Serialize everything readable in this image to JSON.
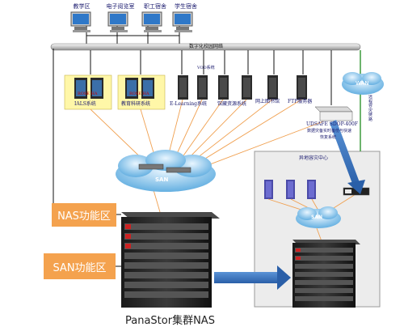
{
  "terminals": [
    "教学区",
    "电子阅览室",
    "职工宿舍",
    "学生宿舍"
  ],
  "network_bus": "数字化校园网络",
  "servers": {
    "ials": "IALS系统",
    "edu": "教育科研系统",
    "vod": "VOD系统",
    "elearning": "E-Learning系统",
    "library": "馆藏资源系统",
    "online_lib": "网上图书馆",
    "ftp": "FTP服务器"
  },
  "rose_ha": "ROSE HA",
  "udsafe": {
    "model": "UDSAFE SDOP-400F",
    "desc_line1": "数据灾备实时备份与快速",
    "desc_line2": "恢复系统"
  },
  "wan": "WAN",
  "remote_link": "远程容灾链路",
  "remote_center": "异地容灾中心",
  "san": "SAN",
  "nas_zone": "NAS功能区",
  "san_zone": "SAN功能区",
  "panastor": "PanaStor集群NAS"
}
